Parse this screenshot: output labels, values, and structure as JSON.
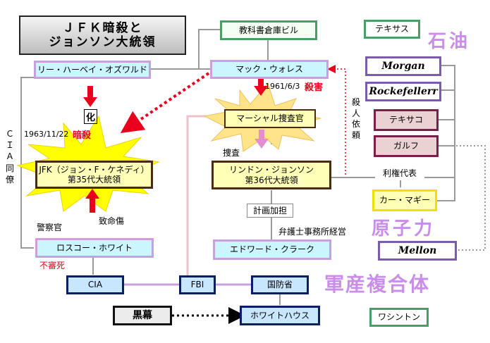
{
  "title": {
    "line1": "ＪＦＫ暗殺と",
    "line2": "ジョンソン大統領"
  },
  "nodes": {
    "oswald": "リー・ハーベイ・オズワルド",
    "textbook_building": "教科書倉庫ビル",
    "mac_wallace": "マック・ウォレス",
    "marshall": "マーシャル捜査官",
    "jfk_line1": "JFK（ジョン・F・ケネディ）",
    "jfk_line2": "第35代大統領",
    "lbj_line1": "リンドン・ジョンソン",
    "lbj_line2": "第36代大統領",
    "roscoe": "ロスコー・ホワイト",
    "clark": "エドワード・クラーク",
    "cia": "CIA",
    "fbi": "FBI",
    "dod": "国防省",
    "kuromaku": "黒幕",
    "white_house": "ホワイトハウス",
    "texas": "テキサス",
    "morgan": "Morgan",
    "rockefeller": "Rockefellerr",
    "texaco": "テキサコ",
    "gulf": "ガルフ",
    "kerr_mcgee": "カー・マギー",
    "mellon": "Mellon",
    "washington": "ワシントン"
  },
  "labels": {
    "ka": "化",
    "jfk_date": "1963/11/22",
    "jfk_assassination": "暗殺",
    "cia_colleague": "ＣＩＡ同僚",
    "killing_date": "1961/6/3",
    "killing": "殺害",
    "murder_request": "殺人依頼",
    "investigation": "捜査",
    "fatal_wound": "致命傷",
    "police_officer": "警察官",
    "suspicious_death": "不審死",
    "plan_participation": "計画加担",
    "law_firm": "弁護士事務所経営",
    "interest_rep": "利権代表",
    "oil": "石油",
    "nuclear": "原子力",
    "mic": "軍産複合体"
  }
}
